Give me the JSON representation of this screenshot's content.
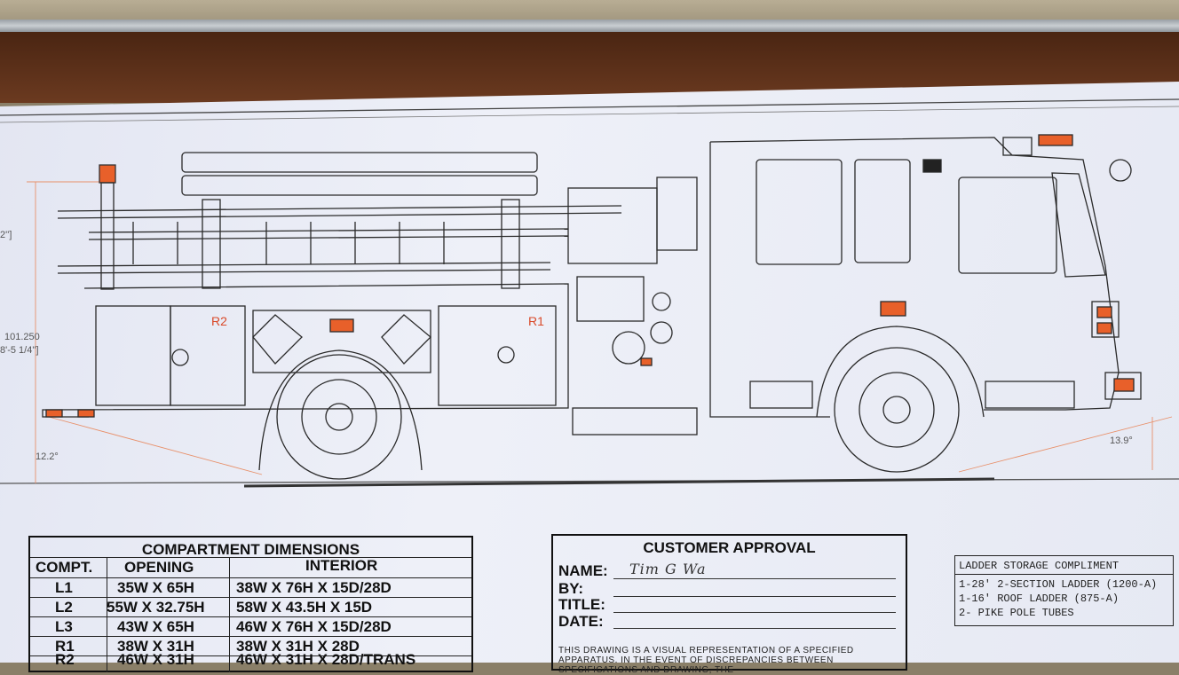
{
  "drawing": {
    "compartment_labels": {
      "r2": "R2",
      "r1": "R1"
    },
    "dimensions": {
      "height_left_top": "2'']",
      "height_value": "101.250",
      "height_fraction": "8'-5 1/4'']",
      "angle_left": "12.2°",
      "angle_right": "13.9°"
    }
  },
  "compartment_table": {
    "title": "COMPARTMENT DIMENSIONS",
    "headers": {
      "compt": "COMPT.",
      "opening": "OPENING",
      "interior": "INTERIOR"
    },
    "rows": [
      {
        "compt": "L1",
        "opening": "35W X 65H",
        "interior": "38W X 76H X 15D/28D"
      },
      {
        "compt": "L2",
        "opening": "55W X 32.75H",
        "interior": "58W X 43.5H X 15D"
      },
      {
        "compt": "L3",
        "opening": "43W X 65H",
        "interior": "46W X 76H X 15D/28D"
      },
      {
        "compt": "R1",
        "opening": "38W X 31H",
        "interior": "38W X 31H X 28D"
      },
      {
        "compt": "R2",
        "opening": "46W X 31H",
        "interior": "46W X 31H X 28D/TRANS"
      }
    ]
  },
  "customer_approval": {
    "title": "CUSTOMER APPROVAL",
    "name_label": "NAME:",
    "signature": "Tim G Wa",
    "by_label": "BY:",
    "title_label": "TITLE:",
    "date_label": "DATE:",
    "note": "THIS DRAWING IS A VISUAL REPRESENTATION OF A SPECIFIED APPARATUS. IN THE EVENT OF DISCREPANCIES BETWEEN SPECIFICATIONS AND DRAWING, THE"
  },
  "ladder_storage": {
    "title": "LADDER STORAGE COMPLIMENT",
    "items": [
      "1-28' 2-SECTION LADDER (1200-A)",
      "1-16' ROOF LADDER (875-A)",
      "2- PIKE POLE TUBES"
    ]
  },
  "colors": {
    "lines": "#2a2a2a",
    "accent": "#e0502a",
    "paper": "#e9ecf5"
  }
}
